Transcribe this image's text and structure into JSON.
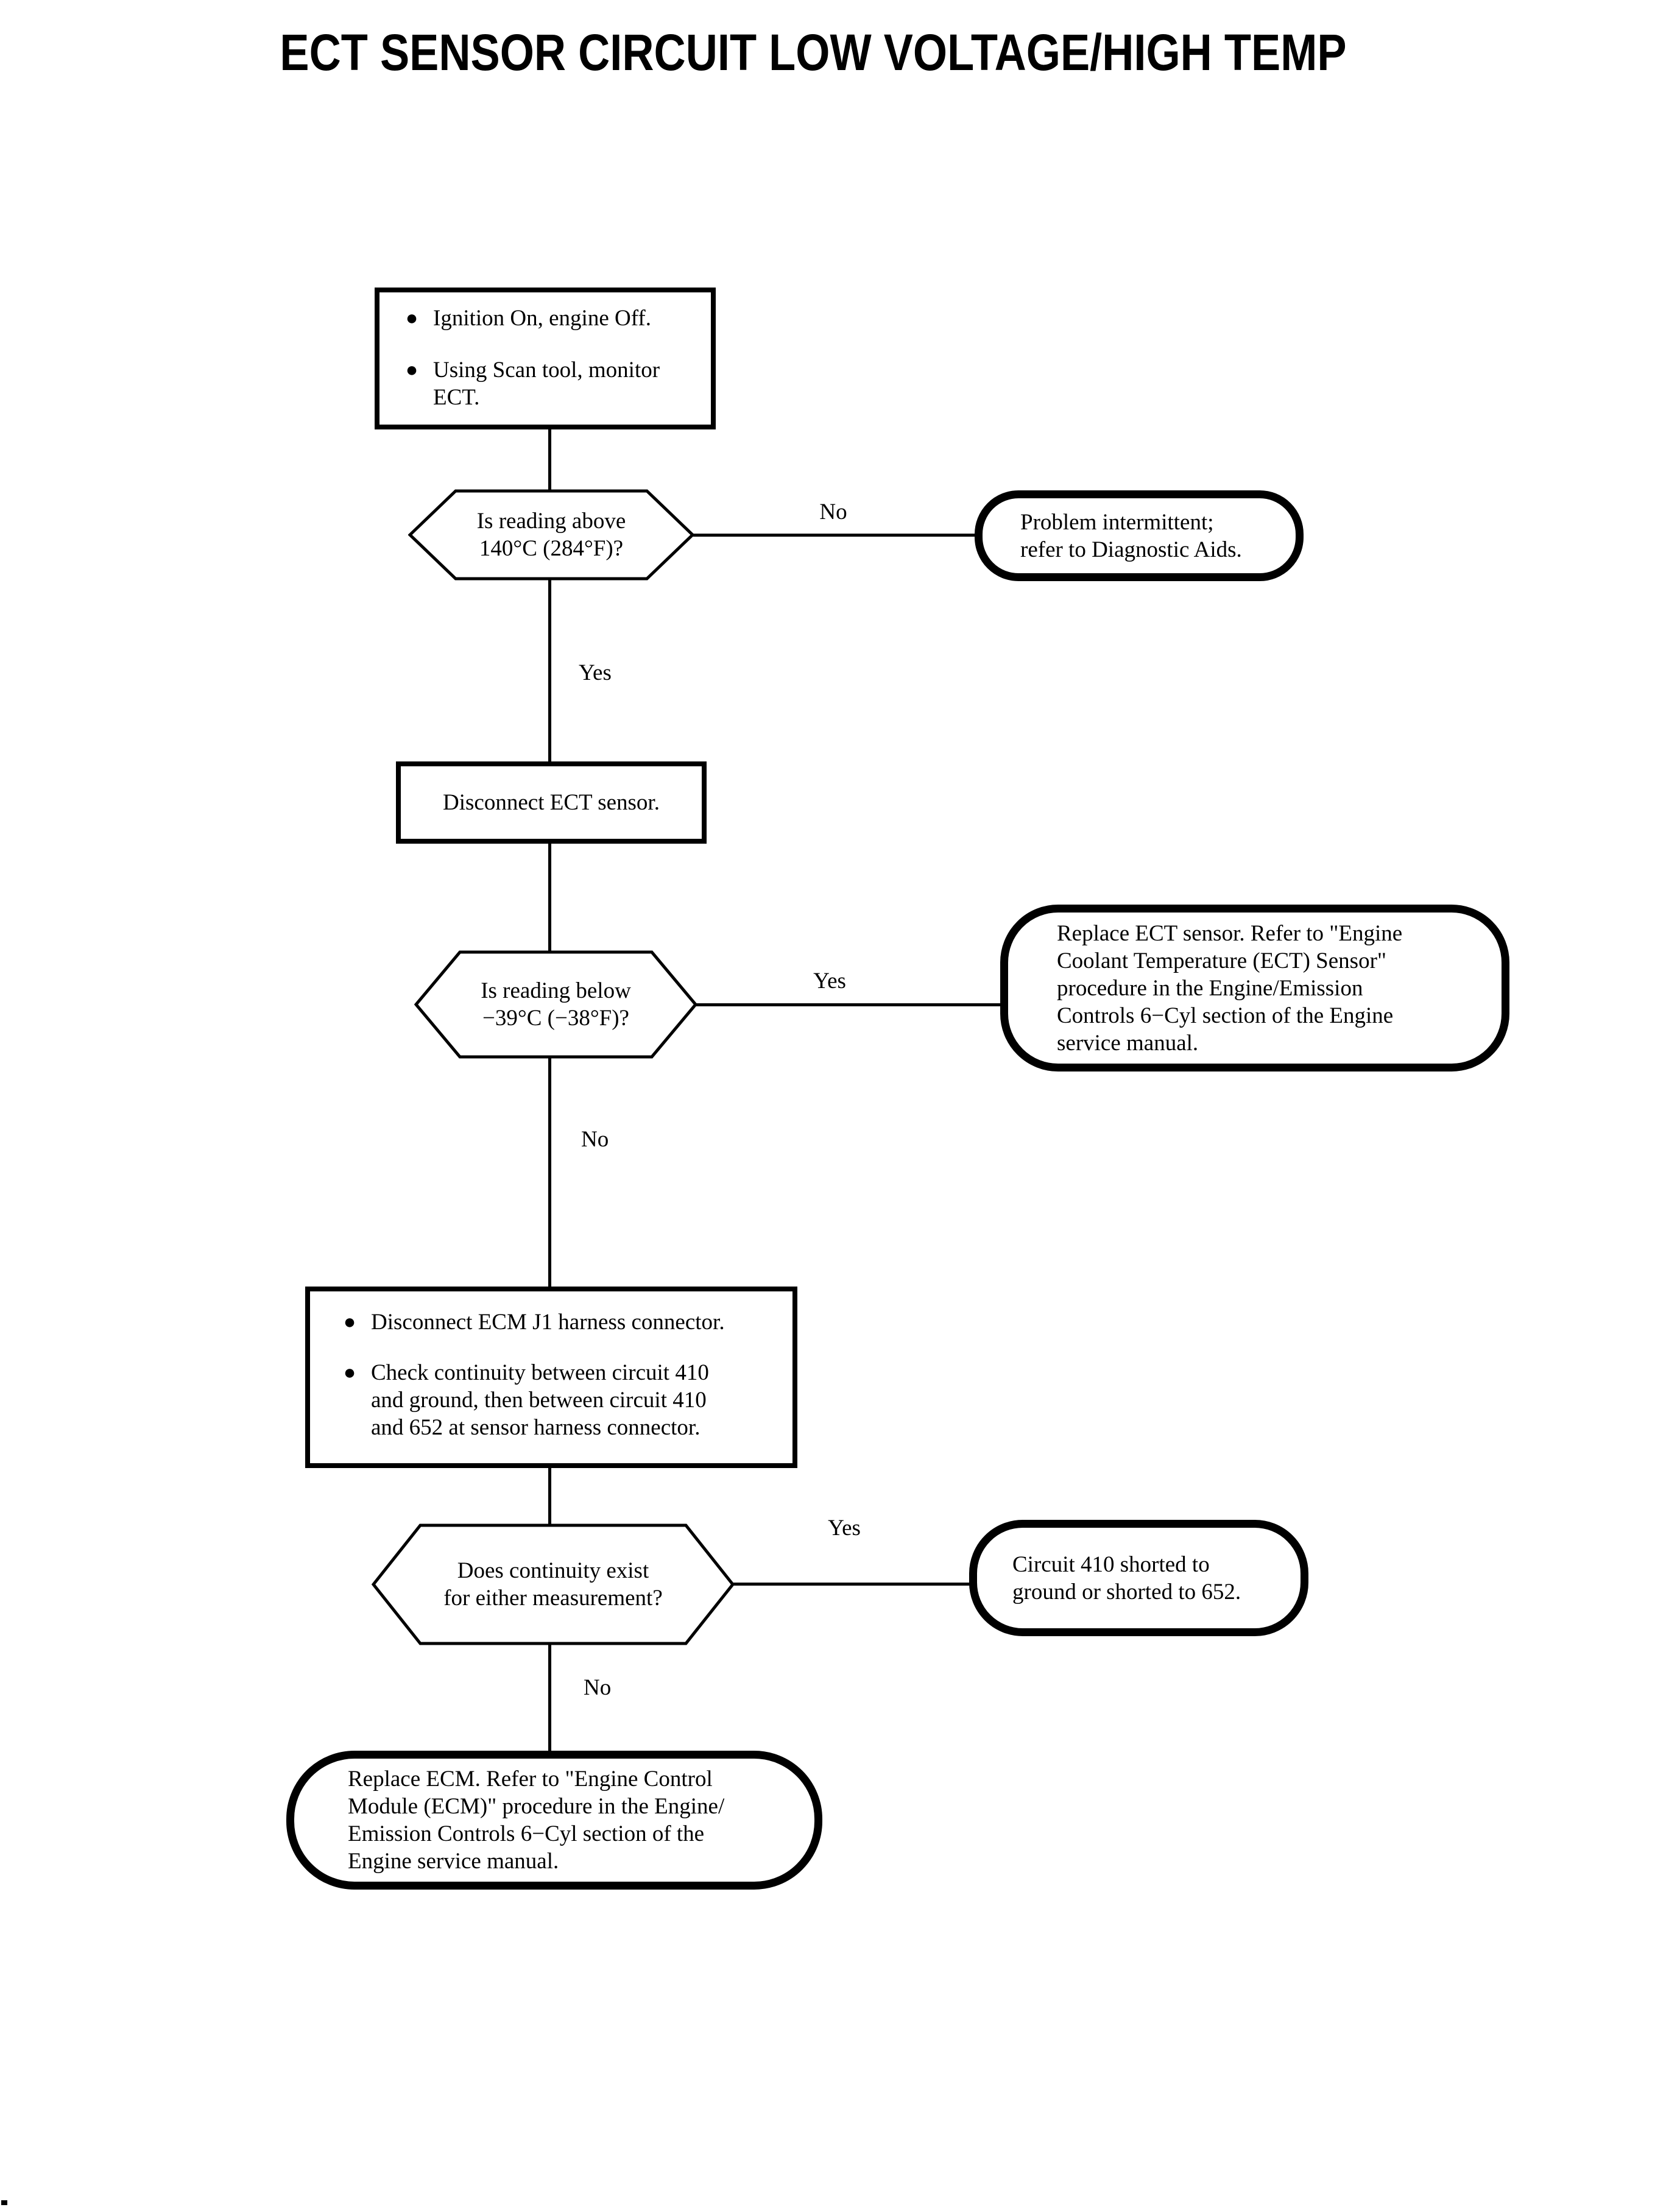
{
  "title": "ECT SENSOR CIRCUIT LOW VOLTAGE/HIGH TEMP",
  "edge_labels": {
    "no1": "No",
    "yes1": "Yes",
    "yes2": "Yes",
    "no2": "No",
    "yes3": "Yes",
    "no3": "No"
  },
  "nodes": {
    "start": {
      "bullet1": "Ignition On, engine Off.",
      "bullet2_line1": "Using Scan tool, monitor",
      "bullet2_line2": "ECT."
    },
    "check_above": {
      "line1": "Is reading above",
      "line2": "140°C (284°F)?"
    },
    "intermittent": {
      "line1": "Problem intermittent;",
      "line2": "refer to Diagnostic Aids."
    },
    "disconnect_ect": {
      "text": "Disconnect ECT sensor."
    },
    "check_below": {
      "line1": "Is reading below",
      "line2": "−39°C (−38°F)?"
    },
    "replace_ect": {
      "line1": "Replace ECT sensor. Refer to \"Engine",
      "line2": "Coolant Temperature (ECT) Sensor\"",
      "line3": "procedure in the Engine/Emission",
      "line4": "Controls 6−Cyl section of the Engine",
      "line5": "service manual."
    },
    "check_continuity": {
      "bullet1": "Disconnect ECM J1 harness connector.",
      "bullet2_line1": "Check continuity between circuit 410",
      "bullet2_line2": "and ground, then between circuit 410",
      "bullet2_line3": "and 652 at sensor harness connector."
    },
    "continuity_exists": {
      "line1": "Does continuity exist",
      "line2": "for either measurement?"
    },
    "circuit_shorted": {
      "line1": "Circuit 410 shorted to",
      "line2": "ground or shorted to 652."
    },
    "replace_ecm": {
      "line1": "Replace ECM. Refer to \"Engine Control",
      "line2": "Module (ECM)\" procedure in the Engine/",
      "line3": "Emission Controls 6−Cyl section of the",
      "line4": "Engine service manual."
    }
  },
  "colors": {
    "ink": "#000000",
    "background": "#ffffff"
  }
}
